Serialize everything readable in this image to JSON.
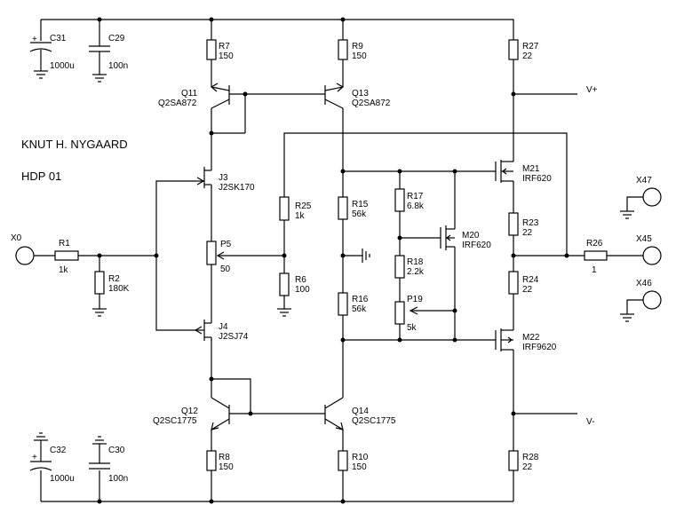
{
  "author": "KNUT H. NYGAARD",
  "model": "HDP 01",
  "components": {
    "C31": {
      "ref": "C31",
      "val": "1000u"
    },
    "C29": {
      "ref": "C29",
      "val": "100n"
    },
    "C32": {
      "ref": "C32",
      "val": "1000u"
    },
    "C30": {
      "ref": "C30",
      "val": "100n"
    },
    "R7": {
      "ref": "R7",
      "val": "150"
    },
    "R9": {
      "ref": "R9",
      "val": "150"
    },
    "R27": {
      "ref": "R27",
      "val": "22"
    },
    "Q11": {
      "ref": "Q11",
      "val": "Q2SA872"
    },
    "Q13": {
      "ref": "Q13",
      "val": "Q2SA872"
    },
    "J3": {
      "ref": "J3",
      "val": "J2SK170"
    },
    "J4": {
      "ref": "J4",
      "val": "J2SJ74"
    },
    "R1": {
      "ref": "R1",
      "val": "1k"
    },
    "R2": {
      "ref": "R2",
      "val": "180K"
    },
    "P5": {
      "ref": "P5",
      "val": "50"
    },
    "R25": {
      "ref": "R25",
      "val": "1k"
    },
    "R6": {
      "ref": "R6",
      "val": "100"
    },
    "R15": {
      "ref": "R15",
      "val": "56k"
    },
    "R16": {
      "ref": "R16",
      "val": "56k"
    },
    "R17": {
      "ref": "R17",
      "val": "6.8k"
    },
    "R18": {
      "ref": "R18",
      "val": "2.2k"
    },
    "P19": {
      "ref": "P19",
      "val": "5k"
    },
    "M20": {
      "ref": "M20",
      "val": "IRF620"
    },
    "M21": {
      "ref": "M21",
      "val": "IRF620"
    },
    "M22": {
      "ref": "M22",
      "val": "IRF9620"
    },
    "R23": {
      "ref": "R23",
      "val": "22"
    },
    "R24": {
      "ref": "R24",
      "val": "22"
    },
    "R26": {
      "ref": "R26",
      "val": "1"
    },
    "Q12": {
      "ref": "Q12",
      "val": "Q2SC1775"
    },
    "Q14": {
      "ref": "Q14",
      "val": "Q2SC1775"
    },
    "R8": {
      "ref": "R8",
      "val": "150"
    },
    "R10": {
      "ref": "R10",
      "val": "150"
    },
    "R28": {
      "ref": "R28",
      "val": "22"
    }
  },
  "terminals": {
    "X0": "X0",
    "X45": "X45",
    "X46": "X46",
    "X47": "X47"
  },
  "rails": {
    "pos": "V+",
    "neg": "V-"
  }
}
